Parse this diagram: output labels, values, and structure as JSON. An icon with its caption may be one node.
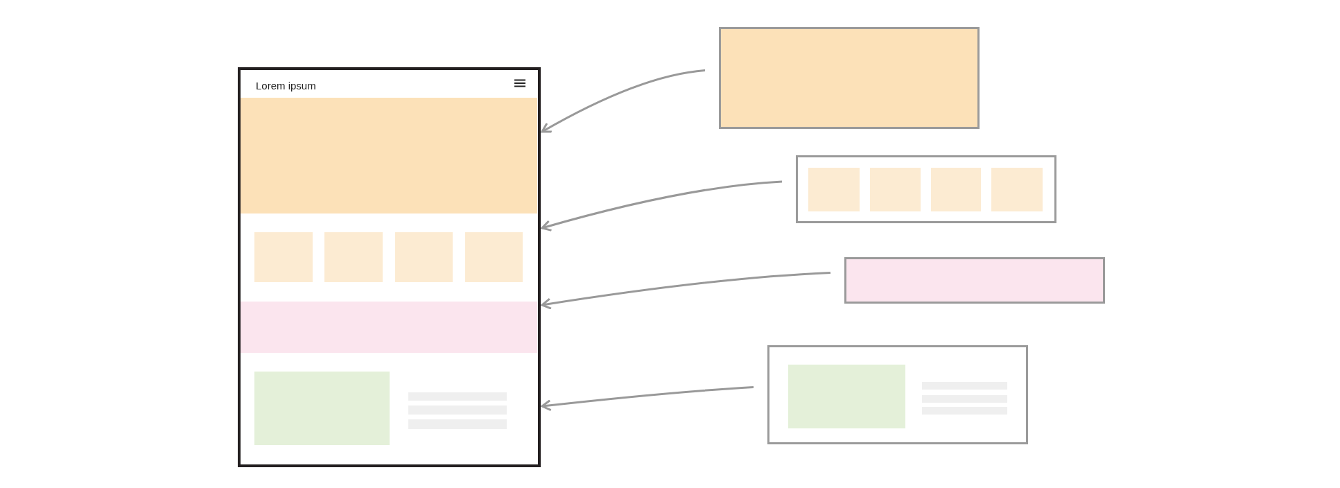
{
  "diagram": {
    "nodes": [
      {
        "text": [
          "Lorem ipsum"
        ]
      },
      {
        "text": [],
        "shape": "box",
        "in": 0
      },
      {
        "text": [],
        "shape": "box",
        "in": 0
      },
      {
        "text": [],
        "shape": "box",
        "in": 0
      },
      {
        "text": [],
        "shape": "box",
        "in": 0
      },
      {
        "text": [],
        "shape": "box",
        "in": 0
      },
      {
        "text": [],
        "shape": "box",
        "in": 0
      },
      {
        "text": [],
        "shape": "box",
        "in": 0
      },
      {
        "text": [],
        "shape": "box"
      },
      {
        "text": [],
        "shape": "box"
      },
      {
        "text": [],
        "shape": "box",
        "in": 9
      },
      {
        "text": [],
        "shape": "box",
        "in": 9
      },
      {
        "text": [],
        "shape": "box",
        "in": 9
      },
      {
        "text": [],
        "shape": "box",
        "in": 9
      },
      {
        "text": [],
        "shape": "box"
      },
      {
        "text": [],
        "shape": "box"
      },
      {
        "text": [],
        "shape": "box",
        "in": 15
      }
    ],
    "edges": [
      {
        "from": 8,
        "to": 0,
        "arrow": "to"
      },
      {
        "from": 9,
        "to": 0,
        "arrow": "to"
      },
      {
        "from": 14,
        "to": 0,
        "arrow": "to"
      },
      {
        "from": 15,
        "to": 0,
        "arrow": "to"
      }
    ]
  }
}
